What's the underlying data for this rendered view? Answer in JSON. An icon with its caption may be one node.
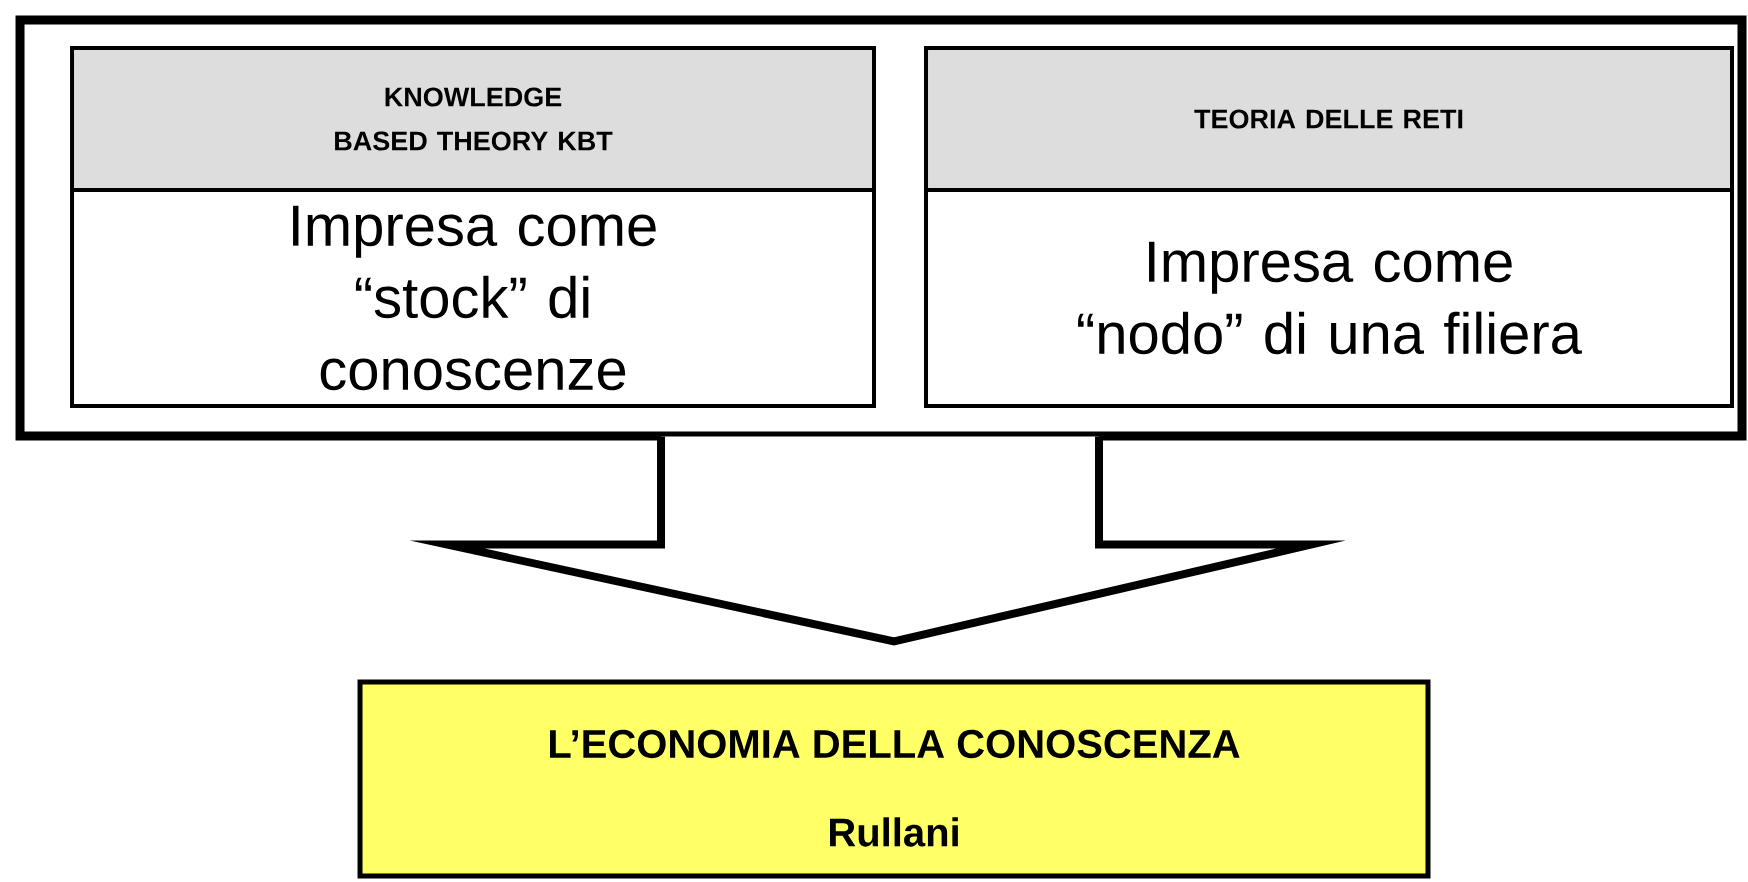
{
  "diagram": {
    "nodes": [
      {
        "text": [],
        "shape": "box"
      },
      {
        "text": [
          "KNOWLEDGE BASED THEORY KBT",
          "Impresa  come “stock” di conoscenze"
        ],
        "in": 0
      },
      {
        "text": [
          "TEORIA DELLE RETI",
          "Impresa  come “nodo” di una filiera"
        ],
        "in": 0
      },
      {
        "text": [
          "L’ECONOMIA DELLA CONOSCENZA",
          "Rullani"
        ]
      }
    ],
    "edges": [
      {
        "from": 0,
        "to": 3,
        "arrow": "to"
      }
    ]
  }
}
